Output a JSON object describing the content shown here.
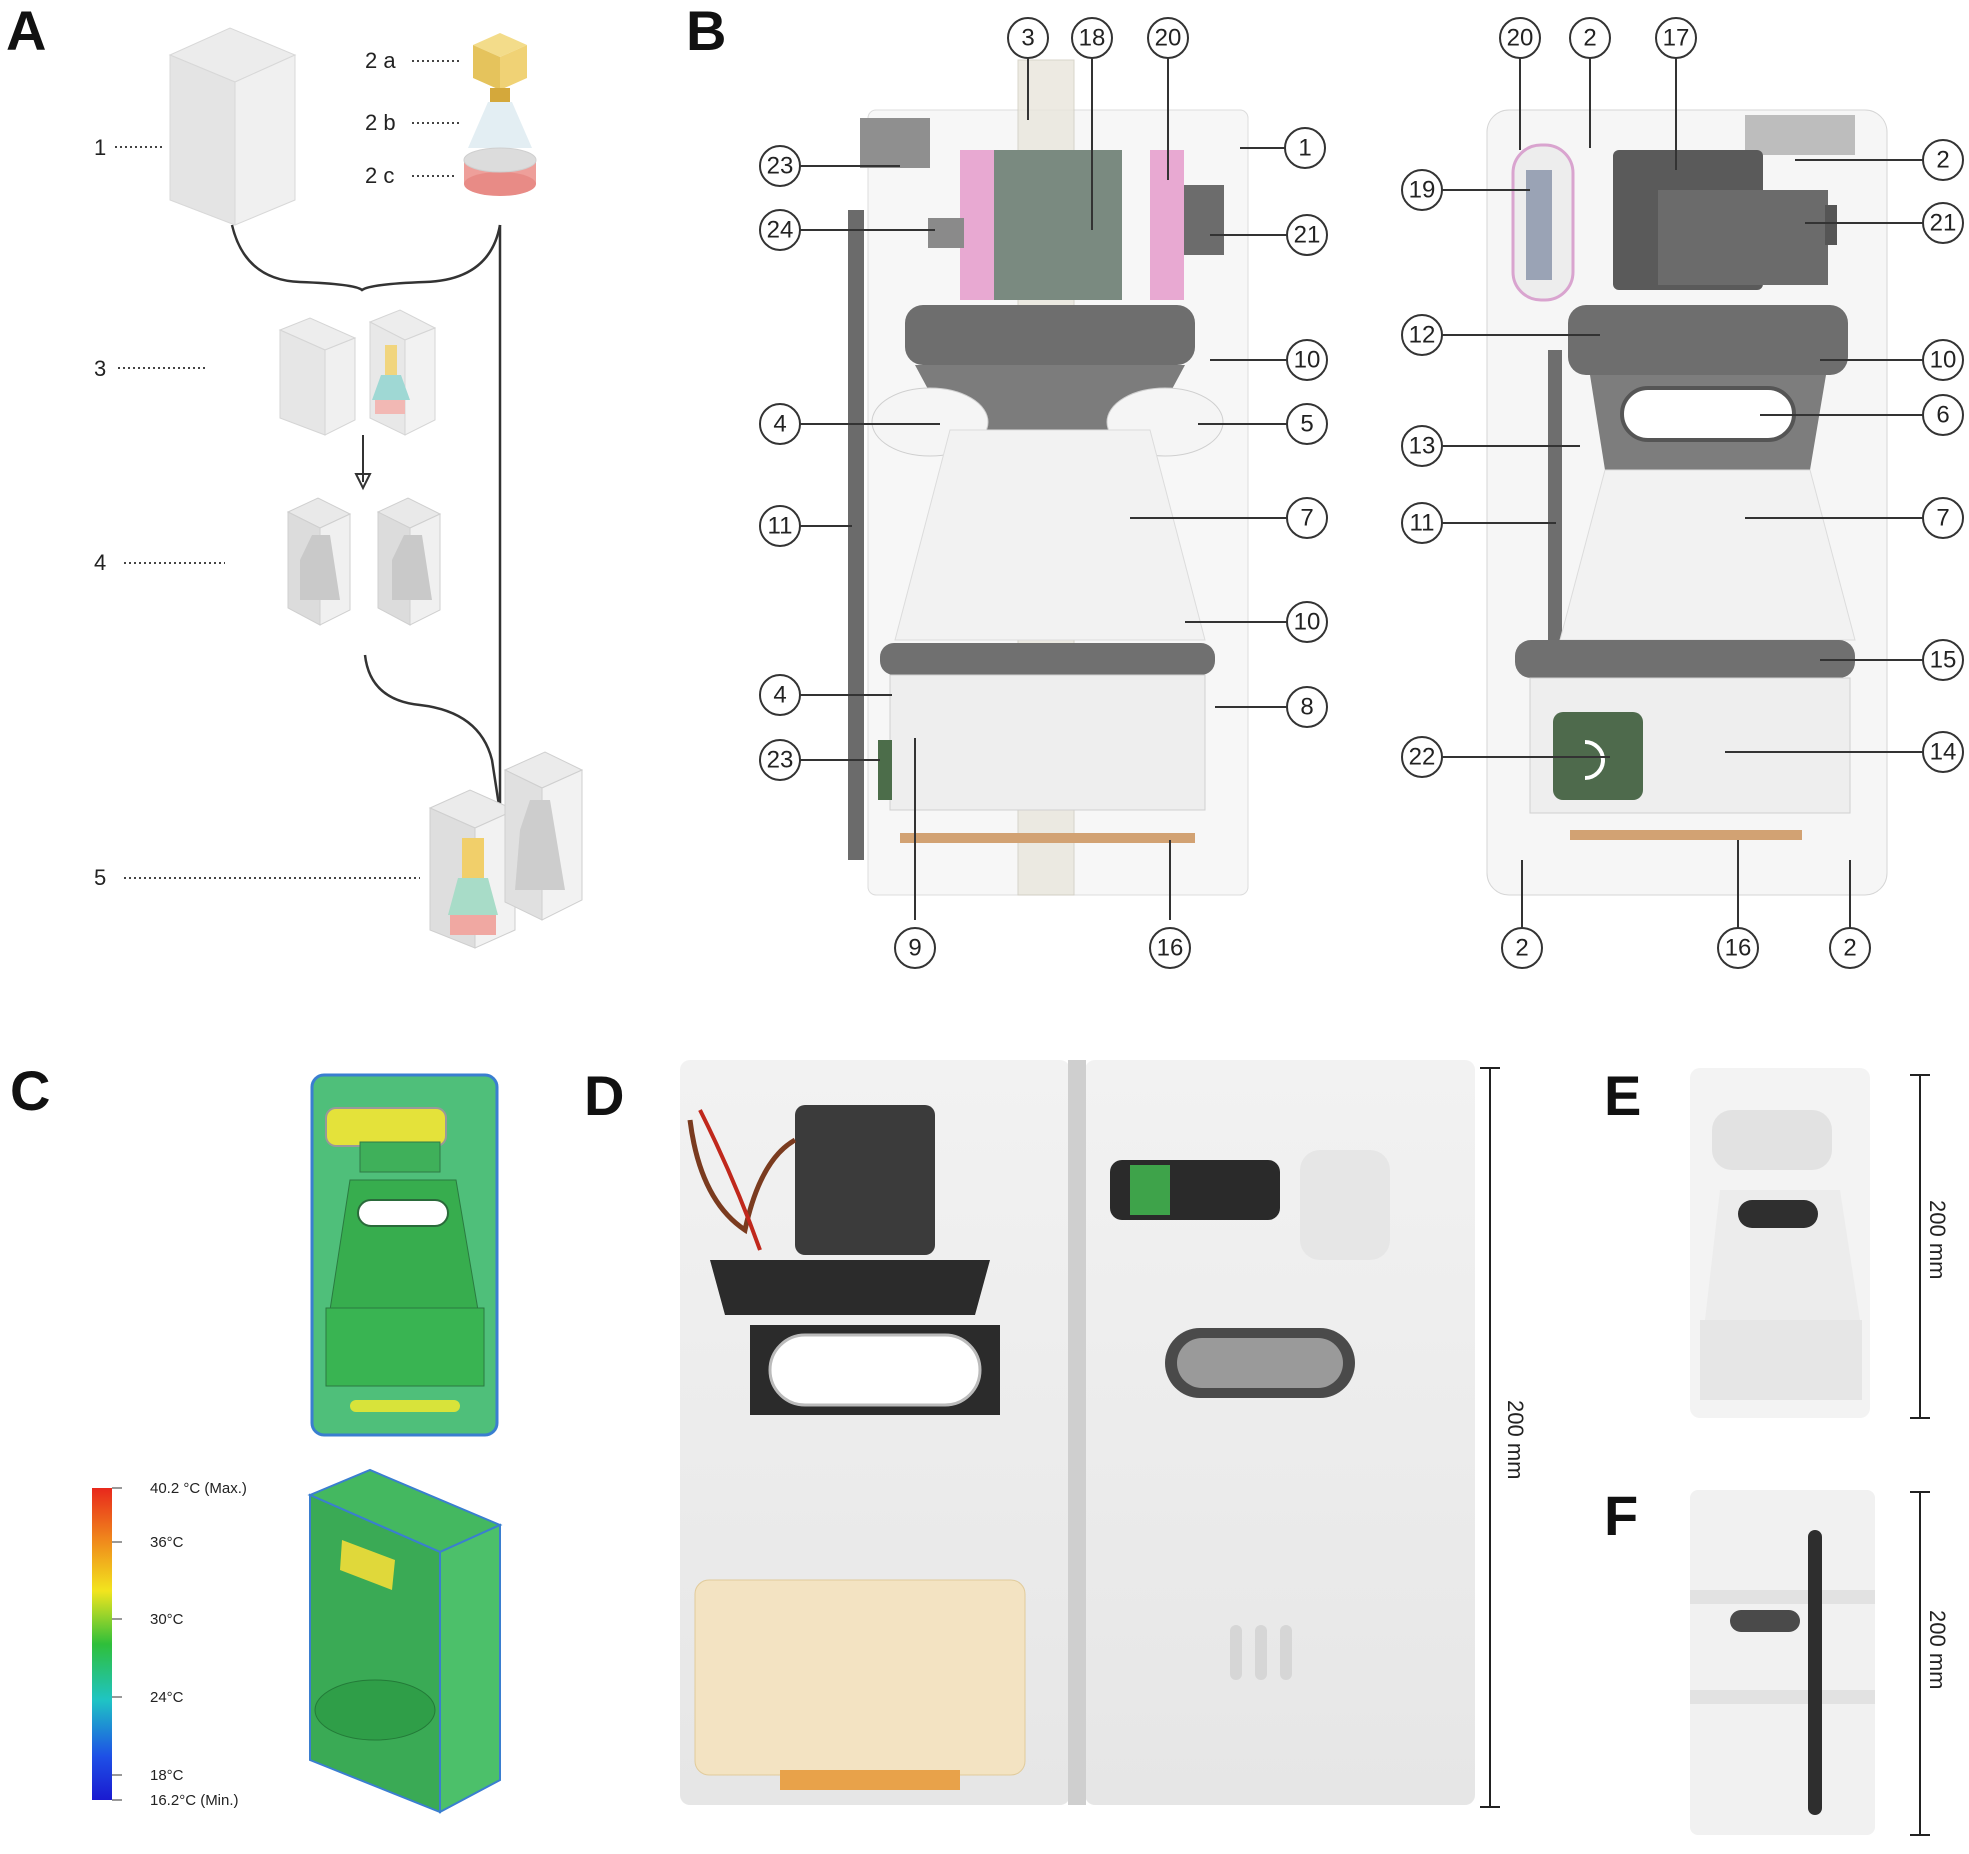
{
  "panels": {
    "A": "A",
    "B": "B",
    "C": "C",
    "D": "D",
    "E": "E",
    "F": "F"
  },
  "panelA": {
    "labels": {
      "l1": "1",
      "l2a": "2 a",
      "l2b": "2 b",
      "l2c": "2 c",
      "l3": "3",
      "l4": "4",
      "l5": "5"
    }
  },
  "panelB": {
    "left_callouts": [
      "3",
      "18",
      "20",
      "1",
      "23",
      "24",
      "21",
      "10",
      "4",
      "5",
      "11",
      "7",
      "10",
      "4",
      "8",
      "23",
      "9",
      "16"
    ],
    "right_callouts": [
      "20",
      "2",
      "17",
      "2",
      "19",
      "21",
      "12",
      "10",
      "6",
      "13",
      "11",
      "7",
      "15",
      "22",
      "14",
      "2",
      "16",
      "2"
    ]
  },
  "panelC": {
    "colorbar": {
      "max_label": "40.2 °C (Max.)",
      "ticks": [
        "36°C",
        "30°C",
        "24°C",
        "18°C"
      ],
      "min_label": "16.2°C (Min.)",
      "colors": [
        "#e8281c",
        "#f08a1c",
        "#f2e51e",
        "#2fbf3a",
        "#1fc4c4",
        "#1e50e6",
        "#1a1ad0"
      ]
    }
  },
  "scale_bars": {
    "D": "200 mm",
    "E": "200 mm",
    "F": "200 mm"
  }
}
